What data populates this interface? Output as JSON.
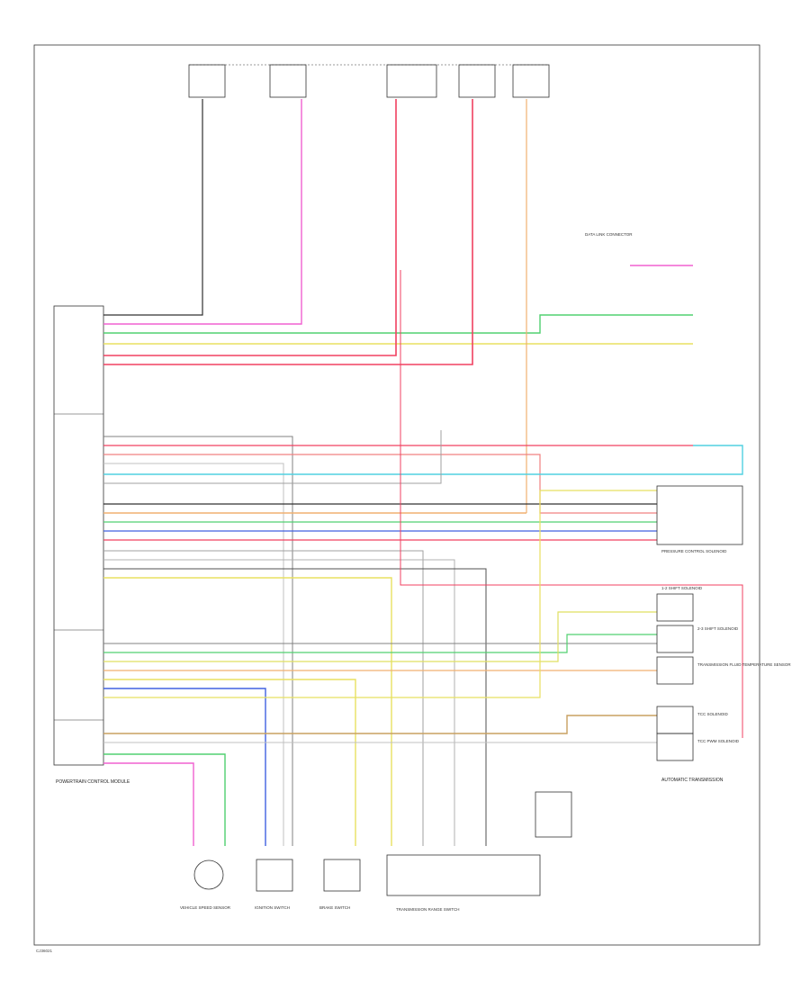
{
  "diagram": {
    "colors": {
      "background": "#ffffff",
      "frame": "#333333",
      "pink": "#f060d0",
      "red": "#f04060",
      "green": "#50d070",
      "yellow": "#e8e060",
      "orange": "#f0b070",
      "cyan": "#50d0e0",
      "blue": "#4060e0",
      "tan": "#c8a060",
      "gray": "#a0a0a0",
      "black": "#303030"
    },
    "components": {
      "ecm_label": "POWERTRAIN CONTROL MODULE",
      "trans_label": "AUTOMATIC TRANSMISSION",
      "data_link_label": "DATA LINK CONNECTOR",
      "ignition_label": "IGNITION SWITCH",
      "vss_label": "VEHICLE SPEED SENSOR",
      "trans_range_label": "TRANSMISSION RANGE SWITCH",
      "fluid_temp_label": "TRANSMISSION FLUID TEMPERATURE SENSOR",
      "pressure_label": "PRESSURE CONTROL SOLENOID",
      "solenoid_a_label": "1-2 SHIFT SOLENOID",
      "solenoid_b_label": "2-3 SHIFT SOLENOID",
      "tcc_label": "TCC SOLENOID",
      "tcc_pwm_label": "TCC PWM SOLENOID",
      "brake_label": "BRAKE SWITCH",
      "footer_code": "CJ36021"
    }
  }
}
